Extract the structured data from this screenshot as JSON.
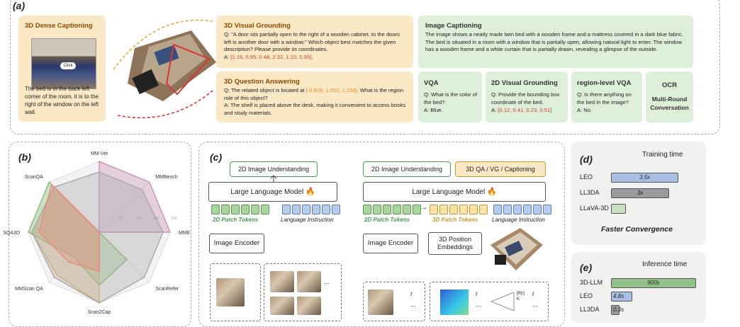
{
  "panel_a": {
    "label": "(a)",
    "dense_captioning": {
      "title": "3D Dense Captioning",
      "click_label": "Click",
      "text": "The bed is in the back left corner of the room. it is to the right of the window on the left wall."
    },
    "visual_grounding": {
      "title": "3D Visual Grounding",
      "question": "Q: \"A door sits partially open to the right of a wooden cabinet. to the doors left is another door with a window.\" Which object best matches the given description? Please provide its coordinates.",
      "answer_prefix": "A: ",
      "answer": "[1.16, 0.95, 0.48, 2.32, 1.10, 0.95]",
      "answer_suffix": "."
    },
    "question_answering": {
      "title": "3D Question Answering",
      "q_prefix": "Q: The related object is located at ",
      "q_coords": "[-0.826, 1.552, 1.153]",
      "q_suffix": ". What is the region role of this object?",
      "answer": "A: The shelf is placed above the desk, making it convenient to access books and study materials."
    },
    "image_captioning": {
      "title": "Image Captioning",
      "text": "The image shows a neatly made twin bed with a wooden frame and a mattress covered in a dark blue fabric. The bed is situated in a room with a window that is partially open, allowing natural light to enter. The window has a wooden frame and a white curtain that is partially drawn, revealing a glimpse of the outside."
    },
    "vqa": {
      "title": "VQA",
      "question": "Q: What is the color of the bed?",
      "answer": "A: Blue."
    },
    "visual_grounding_2d": {
      "title": "2D Visual Grounding",
      "question": "Q: Provide the bounding box coordinate of the bed.",
      "answer_prefix": "A: ",
      "answer": "[0.12, 0.41, 0.23, 0.51]"
    },
    "region_vqa": {
      "title": "region-level VQA",
      "question": "Q: Is there anything on the bed in the image?",
      "answer": "A: No."
    },
    "ocr": {
      "title": "OCR",
      "subtitle": "Multi-Round Conversation"
    }
  },
  "panel_b": {
    "label": "(b)",
    "axes": [
      "MM-Vet",
      "MMBench",
      "MME",
      "ScanRefer",
      "Scan2Cap",
      "MMScan QA",
      "SQA3D",
      "ScanQA"
    ],
    "ring_labels": [
      "0.2",
      "0.4",
      "0.6",
      "0.8"
    ]
  },
  "chart_data": {
    "type": "radar",
    "axes": [
      "MM-Vet",
      "MMBench",
      "MME",
      "ScanRefer",
      "Scan2Cap",
      "MMScan QA",
      "SQA3D",
      "ScanQA"
    ],
    "range": [
      0,
      1
    ],
    "series": [
      {
        "color": "#c98fb5",
        "values": [
          1.0,
          1.0,
          1.0,
          0,
          0,
          0,
          0,
          0
        ]
      },
      {
        "color": "#7fbf72",
        "values": [
          0,
          0,
          0,
          0.55,
          0.75,
          0.5,
          1.0,
          1.0
        ]
      },
      {
        "color": "#e6b36a",
        "values": [
          0,
          0,
          0,
          0,
          1.0,
          0.85,
          0.95,
          0.9
        ]
      },
      {
        "color": "#a7a7a7",
        "values": [
          0.85,
          0.85,
          0.9,
          0.9,
          1.0,
          0.9,
          0.95,
          0.9
        ]
      },
      {
        "color": "#e58a7a",
        "values": [
          0,
          0,
          0,
          0,
          0.55,
          0.6,
          0.85,
          0.95
        ]
      }
    ]
  },
  "panel_c": {
    "label": "(c)",
    "left": {
      "output": "2D Image Understanding",
      "llm": "Large Language Model",
      "tokens_label": "2D Patch Tokens",
      "instruction_label": "Language Instruction",
      "encoder": "Image Encoder"
    },
    "right": {
      "output_2d": "2D Image Understanding",
      "output_3d": "3D QA / VG / Captioning",
      "llm": "Large Language Model",
      "tokens_2d_label": "2D Patch Tokens",
      "tokens_3d_label": "3D Patch Tokens",
      "instruction_label": "Language Instruction",
      "encoder": "Image Encoder",
      "position": "3D Position Embeddings"
    },
    "ellipsis": "...",
    "t_label": "t",
    "matrix_label": "[R|t]\nK"
  },
  "panel_d": {
    "label": "(d)",
    "title": "Training time",
    "rows": [
      {
        "name": "LEO",
        "value": "3.5x",
        "fraction": 1.0,
        "color": "#a9bfe3"
      },
      {
        "name": "LL3DA",
        "value": "3x",
        "fraction": 0.86,
        "color": "#9a9a9a"
      },
      {
        "name": "LLaVA-3D",
        "value": "",
        "fraction": 0.18,
        "color": "#c9e3c2"
      }
    ],
    "footer": "Faster Convergence"
  },
  "panel_e": {
    "label": "(e)",
    "title": "Inference time",
    "rows": [
      {
        "name": "3D-LLM",
        "value": "900s",
        "fraction": 1.0,
        "color": "#93c18a"
      },
      {
        "name": "LEO",
        "value": "4.8s",
        "fraction": 0.22,
        "color": "#a9bfe3"
      },
      {
        "name": "LL3DA",
        "value": "0.3s",
        "fraction": 0.06,
        "color": "#9a9a9a"
      }
    ]
  }
}
